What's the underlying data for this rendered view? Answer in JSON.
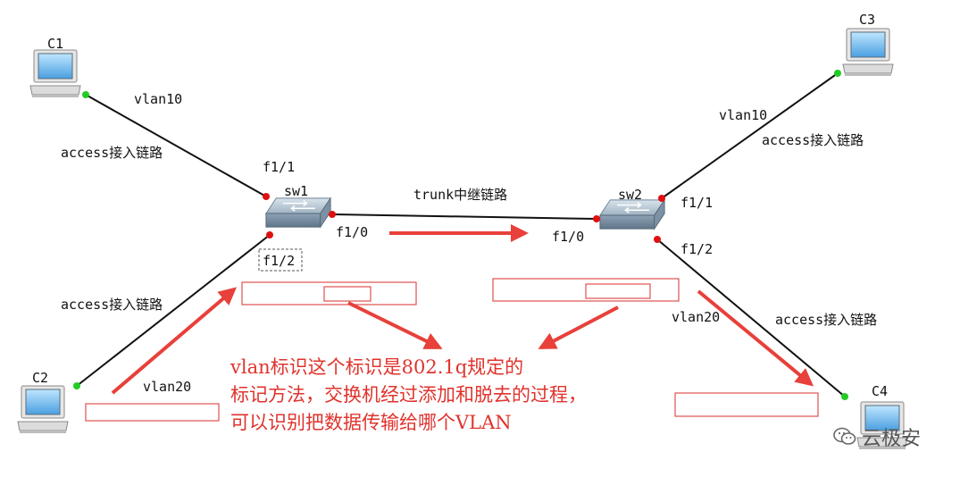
{
  "devices": {
    "c1": "C1",
    "c2": "C2",
    "c3": "C3",
    "c4": "C4",
    "sw1": "sw1",
    "sw2": "sw2"
  },
  "ports": {
    "sw1_f11": "f1/1",
    "sw1_f10": "f1/0",
    "sw1_f12": "f1/2",
    "sw2_f11": "f1/1",
    "sw2_f10": "f1/0",
    "sw2_f12": "f1/2"
  },
  "links": {
    "c1_vlan": "vlan10",
    "c1_type": "access接入链路",
    "c2_vlan": "vlan20",
    "c2_type": "access接入链路",
    "c3_vlan": "vlan10",
    "c3_type": "access接入链路",
    "c4_vlan": "vlan20",
    "c4_type": "access接入链路",
    "trunk": "trunk中继链路"
  },
  "annotation": {
    "line1": "vlan标识这个标识是802.1q规定的",
    "line2": "标记方法，交换机经过添加和脱去的过程，",
    "line3": "可以识别把数据传输给哪个VLAN"
  },
  "watermark": "云极安",
  "colors": {
    "link": "#111111",
    "port_dot": "#e01010",
    "host_dot": "#22cc22",
    "arrow": "#e8403a",
    "frame_box": "#e05050"
  }
}
